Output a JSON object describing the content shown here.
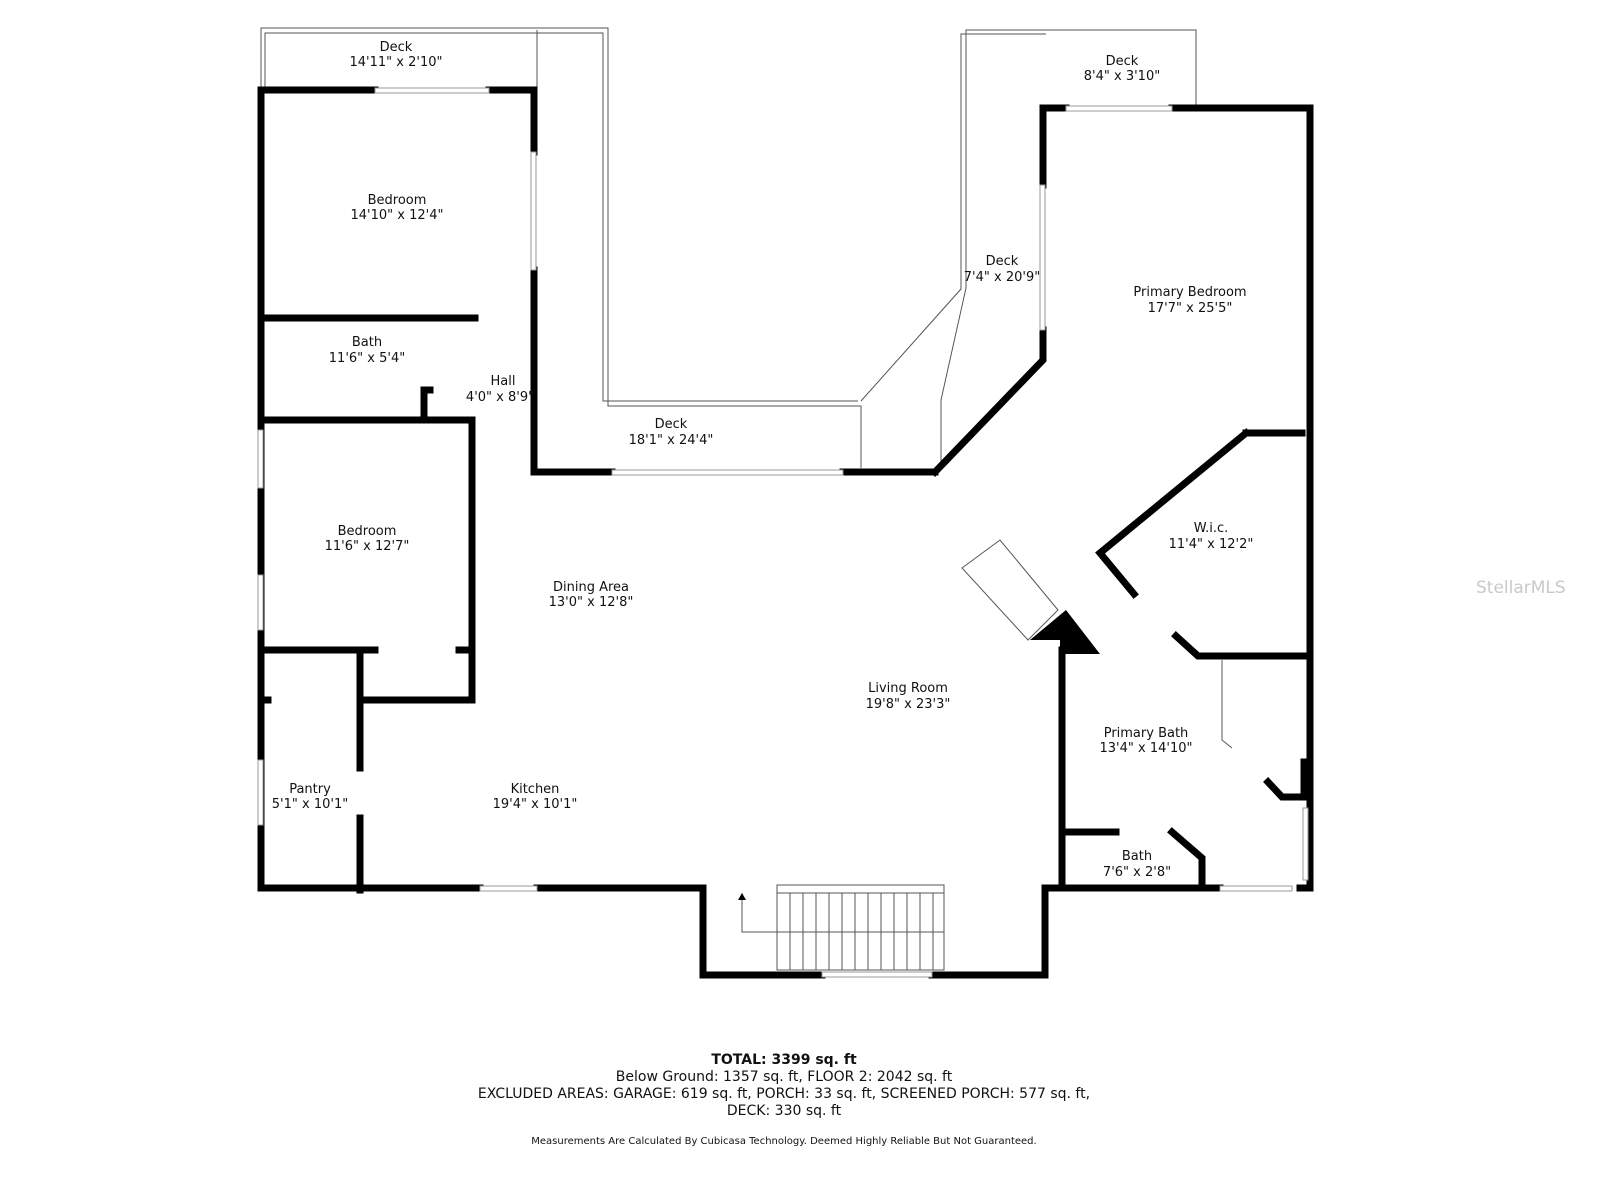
{
  "rooms": [
    {
      "name": "Deck",
      "size": "14'11\" x 2'10\""
    },
    {
      "name": "Bedroom",
      "size": "14'10\" x 12'4\""
    },
    {
      "name": "Bath",
      "size": "11'6\" x 5'4\""
    },
    {
      "name": "Hall",
      "size": "4'0\" x 8'9\""
    },
    {
      "name": "Bedroom",
      "size": "11'6\" x 12'7\""
    },
    {
      "name": "Deck",
      "size": "18'1\" x 24'4\""
    },
    {
      "name": "Deck",
      "size": "8'4\" x 3'10\""
    },
    {
      "name": "Deck",
      "size": "7'4\" x 20'9\""
    },
    {
      "name": "Primary Bedroom",
      "size": "17'7\" x 25'5\""
    },
    {
      "name": "W.i.c.",
      "size": "11'4\" x 12'2\""
    },
    {
      "name": "Dining Area",
      "size": "13'0\" x 12'8\""
    },
    {
      "name": "Living Room",
      "size": "19'8\" x 23'3\""
    },
    {
      "name": "Primary Bath",
      "size": "13'4\" x 14'10\""
    },
    {
      "name": "Pantry",
      "size": "5'1\" x 10'1\""
    },
    {
      "name": "Kitchen",
      "size": "19'4\" x 10'1\""
    },
    {
      "name": "Bath",
      "size": "7'6\" x 2'8\""
    }
  ],
  "summary": {
    "total": "TOTAL: 3399 sq. ft",
    "line1": "Below Ground: 1357 sq. ft, FLOOR 2: 2042 sq. ft",
    "line2": "EXCLUDED AREAS: GARAGE: 619 sq. ft, PORCH: 33 sq. ft, SCREENED PORCH: 577 sq. ft,",
    "line3": "DECK: 330 sq. ft"
  },
  "disclaimer": "Measurements Are Calculated By Cubicasa Technology. Deemed Highly Reliable But Not Guaranteed.",
  "watermark": "StellarMLS"
}
